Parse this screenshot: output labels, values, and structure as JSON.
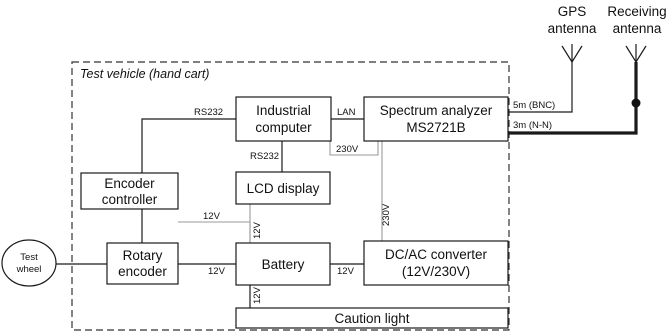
{
  "vehicle_label": "Test vehicle (hand cart)",
  "antennas": {
    "gps": [
      "GPS",
      "antenna"
    ],
    "receiving": [
      "Receiving",
      "antenna"
    ]
  },
  "blocks": {
    "industrial_computer": [
      "Industrial",
      "computer"
    ],
    "spectrum_analyzer": [
      "Spectrum analyzer",
      "MS2721B"
    ],
    "encoder_controller": [
      "Encoder",
      "controller"
    ],
    "lcd_display": "LCD display",
    "rotary_encoder": [
      "Rotary",
      "encoder"
    ],
    "battery": "Battery",
    "dc_ac_converter": [
      "DC/AC converter",
      "(12V/230V)"
    ],
    "caution_light": "Caution light",
    "test_wheel": [
      "Test",
      "wheel"
    ]
  },
  "connections": {
    "rs232_top": "RS232",
    "lan": "LAN",
    "rs232_lcd": "RS232",
    "v230_upper": "230V",
    "v230_vertical": "230V",
    "v12_enc": "12V",
    "v12_lcd": "12V",
    "v12_rotary": "12V",
    "v12_converter": "12V",
    "v12_caution": "12V",
    "cable_bnc": "5m (BNC)",
    "cable_nn": "3m (N-N)"
  },
  "colors": {
    "signal_line": "#1a1a1a",
    "power_line": "#9a9a9a",
    "background": "#ffffff"
  }
}
